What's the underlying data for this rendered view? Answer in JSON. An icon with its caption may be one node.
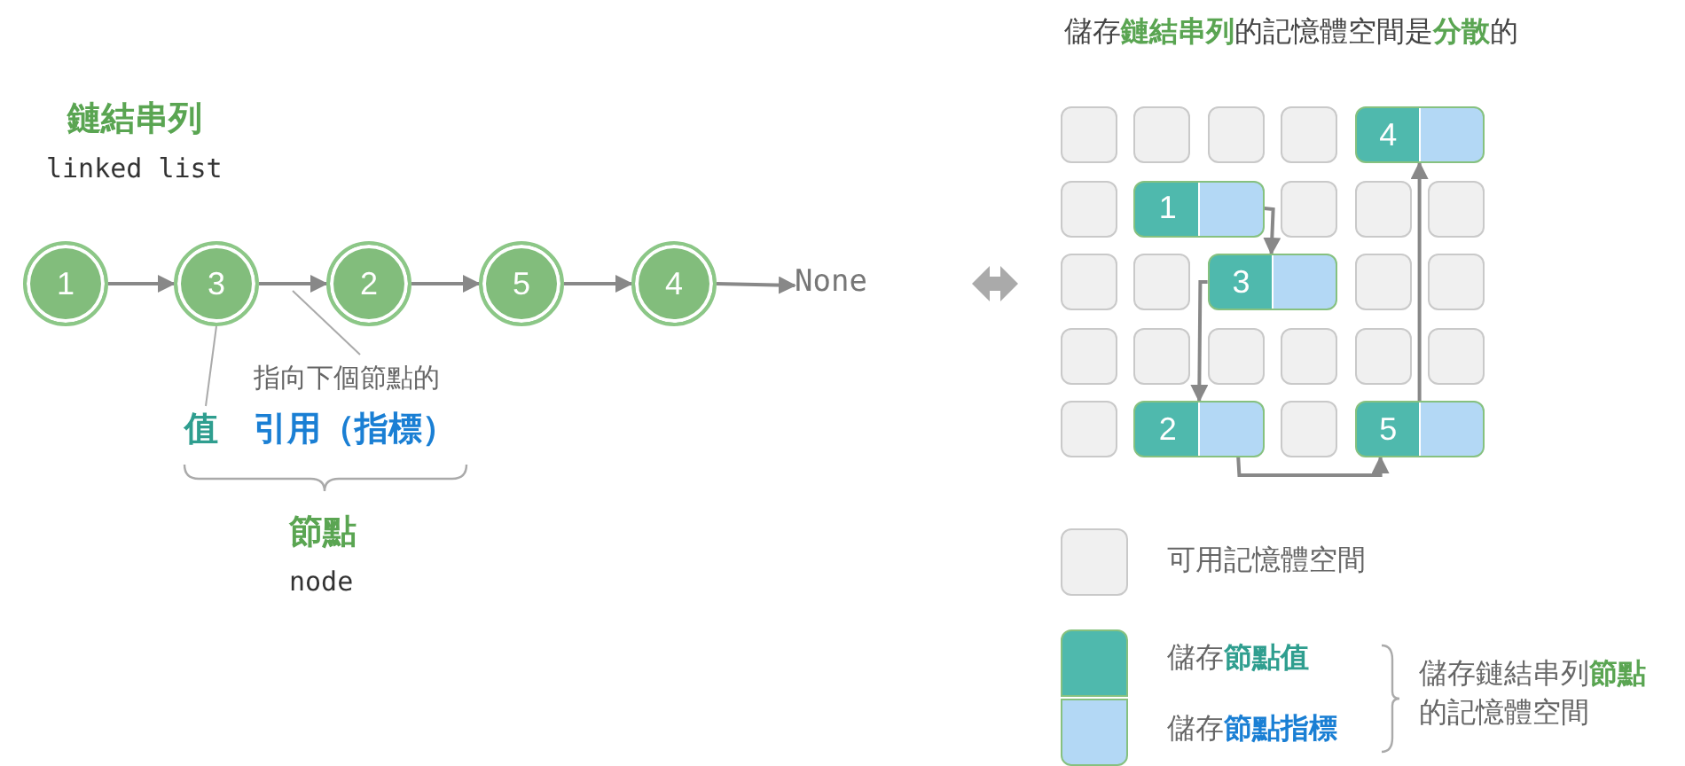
{
  "diagram": {
    "nodes": [
      {
        "text": [
          "1"
        ]
      },
      {
        "text": [
          "3"
        ]
      },
      {
        "text": [
          "2"
        ]
      },
      {
        "text": [
          "5"
        ]
      },
      {
        "text": [
          "4"
        ]
      },
      {
        "text": [
          "None"
        ]
      },
      {
        "text": [
          "值"
        ]
      },
      {
        "text": [
          "指向下個節點的",
          "引用（指標）"
        ]
      },
      {
        "text": [],
        "shape": "box"
      },
      {
        "text": [],
        "shape": "box"
      },
      {
        "text": [],
        "shape": "box"
      },
      {
        "text": [],
        "shape": "box"
      },
      {
        "text": [
          "4"
        ]
      },
      {
        "text": [],
        "shape": "box"
      },
      {
        "text": [
          "1"
        ]
      },
      {
        "text": [],
        "shape": "box"
      },
      {
        "text": [],
        "shape": "box"
      },
      {
        "text": [],
        "shape": "box"
      },
      {
        "text": [],
        "shape": "box"
      },
      {
        "text": [],
        "shape": "box"
      },
      {
        "text": [
          "3"
        ]
      },
      {
        "text": [],
        "shape": "box"
      },
      {
        "text": [],
        "shape": "box"
      },
      {
        "text": [],
        "shape": "box"
      },
      {
        "text": [],
        "shape": "box"
      },
      {
        "text": [],
        "shape": "box"
      },
      {
        "text": [],
        "shape": "box"
      },
      {
        "text": [],
        "shape": "box"
      },
      {
        "text": [],
        "shape": "box"
      },
      {
        "text": [],
        "shape": "box"
      },
      {
        "text": [
          "2"
        ]
      },
      {
        "text": [],
        "shape": "box"
      },
      {
        "text": [
          "5"
        ]
      }
    ],
    "edges": [
      {
        "from": 0,
        "to": 1,
        "arrow": "to"
      },
      {
        "from": 1,
        "to": 2,
        "arrow": "to"
      },
      {
        "from": 2,
        "to": 3,
        "arrow": "to"
      },
      {
        "from": 3,
        "to": 4,
        "arrow": "to"
      },
      {
        "from": 4,
        "to": 5,
        "arrow": "to"
      },
      {
        "from": 6,
        "to": 1,
        "arrow": "none"
      },
      {
        "from": 7,
        "to": null,
        "arrow": "none"
      },
      {
        "from": 14,
        "to": 20,
        "arrow": "to"
      },
      {
        "from": 20,
        "to": 30,
        "arrow": "to"
      },
      {
        "from": 30,
        "to": 32,
        "arrow": "to"
      },
      {
        "from": 32,
        "to": 12,
        "arrow": "to"
      }
    ],
    "labels": [
      "儲存**鏈結串列**的記憶體空間是**分散**的",
      "鏈結串列",
      "linked list",
      "節點",
      "node",
      "儲存鏈結串列**節點**的記憶體空間"
    ],
    "legend": [
      {
        "text": "可用記憶體空間",
        "color": "#f0f0f0"
      },
      {
        "text": "儲存**節點值**",
        "color": "#4fb9ad"
      },
      {
        "text": "儲存**節點指標**",
        "color": "#b3d8f5"
      }
    ]
  }
}
